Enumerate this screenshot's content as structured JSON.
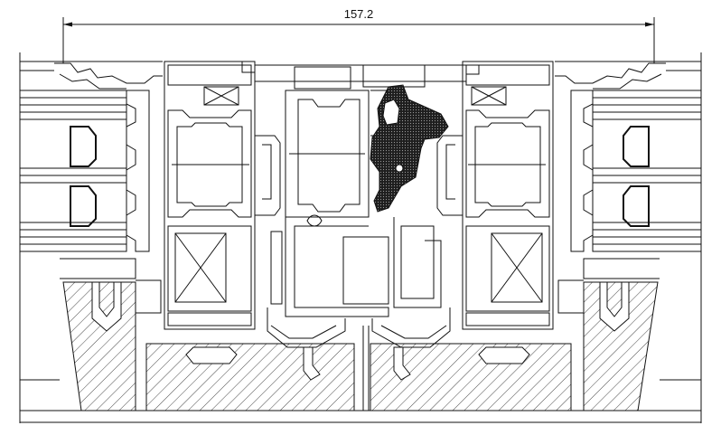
{
  "drawing": {
    "dimension_label": "157.2",
    "colors": {
      "line": "#111111",
      "background": "#ffffff",
      "gasket": "#2b2b2b",
      "hatch": "#333333"
    },
    "icons": [
      "glazing-bead",
      "thermal-break-box",
      "center-gasket",
      "insulation-hatch"
    ]
  }
}
